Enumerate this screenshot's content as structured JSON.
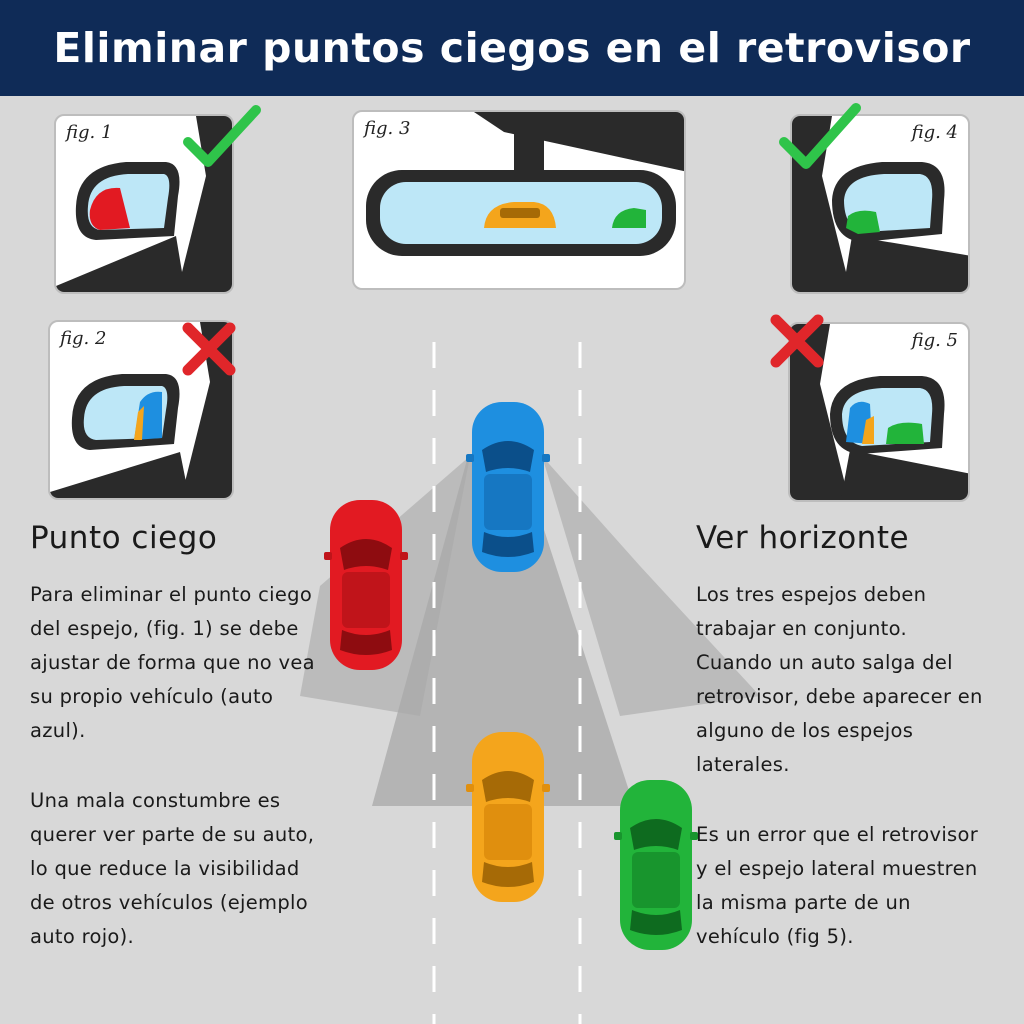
{
  "header": {
    "title": "Eliminar puntos ciegos en el retrovisor"
  },
  "figures": [
    {
      "label": "fig. 1",
      "status": "correct"
    },
    {
      "label": "fig. 2",
      "status": "incorrect"
    },
    {
      "label": "fig. 3",
      "status": "none"
    },
    {
      "label": "fig. 4",
      "status": "correct"
    },
    {
      "label": "fig. 5",
      "status": "incorrect"
    }
  ],
  "left": {
    "heading": "Punto ciego",
    "paragraph1": [
      "Para eliminar el punto ciego",
      "del espejo, (fig. 1) se debe",
      "ajustar de forma que no vea",
      "su propio vehículo (auto",
      "azul)."
    ],
    "paragraph2": [
      "Una mala constumbre es",
      "querer ver parte de su auto,",
      "lo que reduce la visibilidad",
      "de otros vehículos (ejemplo",
      "auto rojo)."
    ]
  },
  "right": {
    "heading": "Ver horizonte",
    "paragraph1": [
      "Los tres espejos deben",
      "trabajar en conjunto.",
      "Cuando un auto salga del",
      "retrovisor, debe aparecer en",
      "alguno de los espejos",
      "laterales."
    ],
    "paragraph2": [
      "Es un error que el retrovisor",
      "y el espejo lateral muestren",
      "la misma parte de un",
      "vehículo (fig 5)."
    ]
  },
  "cars": [
    {
      "name": "blue",
      "color": "#1e8fe0"
    },
    {
      "name": "red",
      "color": "#e21a22"
    },
    {
      "name": "yellow",
      "color": "#f4a51c"
    },
    {
      "name": "green",
      "color": "#22b43a"
    }
  ],
  "colors": {
    "header_bg": "#0f2b57",
    "road": "#d8d8d8",
    "lane": "#ffffff",
    "correct": "#2fc44a",
    "incorrect": "#e0262a",
    "mirror_glass": "#bde7f7"
  }
}
